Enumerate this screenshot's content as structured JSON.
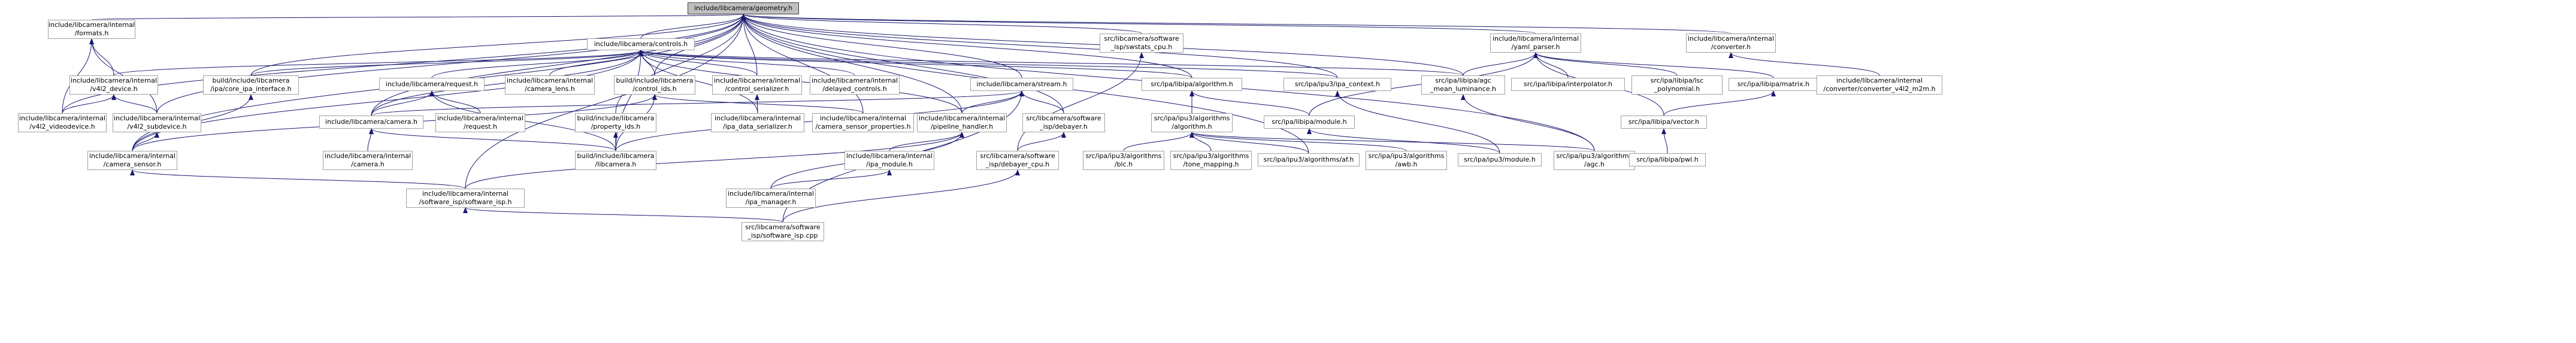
{
  "diagram": {
    "type": "include-dependency-graph",
    "colors": {
      "edge": "#191970",
      "node_border": "#a0a0a0",
      "root_fill": "#bfbfbf",
      "node_fill": "#ffffff"
    },
    "nodes": {
      "geometry": {
        "lines": [
          "include/libcamera/geometry.h"
        ]
      },
      "formats": {
        "lines": [
          "include/libcamera/internal",
          "/formats.h"
        ]
      },
      "controls": {
        "lines": [
          "include/libcamera/controls.h"
        ]
      },
      "swstats": {
        "lines": [
          "src/libcamera/software",
          "_isp/swstats_cpu.h"
        ]
      },
      "yaml": {
        "lines": [
          "include/libcamera/internal",
          "/yaml_parser.h"
        ]
      },
      "converter": {
        "lines": [
          "include/libcamera/internal",
          "/converter.h"
        ]
      },
      "v4l2dev": {
        "lines": [
          "include/libcamera/internal",
          "/v4l2_device.h"
        ]
      },
      "coreSpa": {
        "lines": [
          "build/include/libcamera",
          "/ipa/core_ipa_interface.h"
        ]
      },
      "request": {
        "lines": [
          "include/libcamera/request.h"
        ]
      },
      "reqInt": {
        "lines": [
          "include/libcamera/internal",
          "/request.h"
        ]
      },
      "camLens": {
        "lines": [
          "include/libcamera/internal",
          "/camera_lens.h"
        ]
      },
      "ctrlIds": {
        "lines": [
          "build/include/libcamera",
          "/control_ids.h"
        ]
      },
      "ctrlSer": {
        "lines": [
          "include/libcamera/internal",
          "/control_serializer.h"
        ]
      },
      "delayed": {
        "lines": [
          "include/libcamera/internal",
          "/delayed_controls.h"
        ]
      },
      "stream": {
        "lines": [
          "include/libcamera/stream.h"
        ]
      },
      "algoH": {
        "lines": [
          "src/ipa/libipa/algorithm.h"
        ]
      },
      "ipu3Ctx": {
        "lines": [
          "src/ipa/ipu3/ipa_context.h"
        ]
      },
      "agcMean": {
        "lines": [
          "src/ipa/libipa/agc",
          "_mean_luminance.h"
        ]
      },
      "interp": {
        "lines": [
          "src/ipa/libipa/interpolator.h"
        ]
      },
      "lscPoly": {
        "lines": [
          "src/ipa/libipa/lsc",
          "_polynomial.h"
        ]
      },
      "matrix": {
        "lines": [
          "src/ipa/libipa/matrix.h"
        ]
      },
      "convM2m": {
        "lines": [
          "include/libcamera/internal",
          "/converter/converter_v4l2_m2m.h"
        ]
      },
      "v4l2vid": {
        "lines": [
          "include/libcamera/internal",
          "/v4l2_videodevice.h"
        ]
      },
      "v4l2sub": {
        "lines": [
          "include/libcamera/internal",
          "/v4l2_subdevice.h"
        ]
      },
      "camH": {
        "lines": [
          "include/libcamera/camera.h"
        ]
      },
      "camInt": {
        "lines": [
          "include/libcamera/internal",
          "/camera.h"
        ]
      },
      "propIds": {
        "lines": [
          "build/include/libcamera",
          "/property_ids.h"
        ]
      },
      "ipaDataSer": {
        "lines": [
          "include/libcamera/internal",
          "/ipa_data_serializer.h"
        ]
      },
      "camSensorProps": {
        "lines": [
          "include/libcamera/internal",
          "/camera_sensor_properties.h"
        ]
      },
      "pipeHandler": {
        "lines": [
          "include/libcamera/internal",
          "/pipeline_handler.h"
        ]
      },
      "debayerH": {
        "lines": [
          "src/libcamera/software",
          "_isp/debayer.h"
        ]
      },
      "ipu3Algo": {
        "lines": [
          "src/ipa/ipu3/algorithms",
          "/algorithm.h"
        ]
      },
      "libipaModule": {
        "lines": [
          "src/ipa/libipa/module.h"
        ]
      },
      "vectorH": {
        "lines": [
          "src/ipa/libipa/vector.h"
        ]
      },
      "camSensor": {
        "lines": [
          "include/libcamera/internal",
          "/camera_sensor.h"
        ]
      },
      "buildLibcam": {
        "lines": [
          "build/include/libcamera",
          "/libcamera.h"
        ]
      },
      "ipaModule": {
        "lines": [
          "include/libcamera/internal",
          "/ipa_module.h"
        ]
      },
      "debayerCpu": {
        "lines": [
          "src/libcamera/software",
          "_isp/debayer_cpu.h"
        ]
      },
      "blc": {
        "lines": [
          "src/ipa/ipu3/algorithms",
          "/blc.h"
        ]
      },
      "toneMap": {
        "lines": [
          "src/ipa/ipu3/algorithms",
          "/tone_mapping.h"
        ]
      },
      "af": {
        "lines": [
          "src/ipa/ipu3/algorithms/af.h"
        ]
      },
      "awb": {
        "lines": [
          "src/ipa/ipu3/algorithms",
          "/awb.h"
        ]
      },
      "ipu3Module": {
        "lines": [
          "src/ipa/ipu3/module.h"
        ]
      },
      "agc": {
        "lines": [
          "src/ipa/ipu3/algorithms",
          "/agc.h"
        ]
      },
      "pwl": {
        "lines": [
          "src/ipa/libipa/pwl.h"
        ]
      },
      "swIsp": {
        "lines": [
          "include/libcamera/internal",
          "/software_isp/software_isp.h"
        ]
      },
      "ipaManager": {
        "lines": [
          "include/libcamera/internal",
          "/ipa_manager.h"
        ]
      },
      "swIspCpp": {
        "lines": [
          "src/libcamera/software",
          "_isp/software_isp.cpp"
        ]
      }
    }
  }
}
